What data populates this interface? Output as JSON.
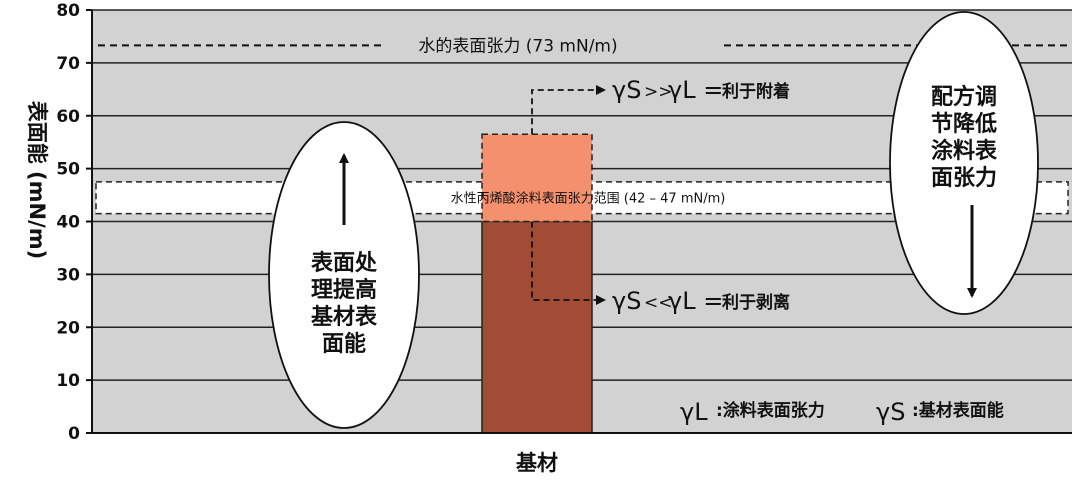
{
  "chart_data": {
    "type": "bar",
    "ylabel": "表面能 (mN/m)",
    "xlabel": "基材",
    "ylim": [
      0,
      80
    ],
    "yticks": [
      0,
      10,
      20,
      30,
      40,
      50,
      60,
      70,
      80
    ],
    "grid": true,
    "bars": [
      {
        "category": "基材",
        "value": 40,
        "color": "#a24b35"
      },
      {
        "category": "基材",
        "from": 40,
        "to": 56.5,
        "color": "#f4906d"
      }
    ],
    "reference_lines": [
      {
        "value": 73.5,
        "label": "水的表面张力 (73 mN/m)"
      }
    ],
    "bands": [
      {
        "from": 41.5,
        "to": 47.5,
        "label": "水性丙烯酸涂料表面张力范围 (42 – 47 mN/m)"
      }
    ],
    "annotations": {
      "adhesion": {
        "sym_s": "γS",
        "op": ">>",
        "sym_l": "γL =",
        "text": "利于附着"
      },
      "peeling": {
        "sym_s": "γS",
        "op": "<<",
        "sym_l": "γL =",
        "text": "利于剥离"
      },
      "left_ellipse": [
        "表面处",
        "理提高",
        "基材表",
        "面能"
      ],
      "right_ellipse": [
        "配方调",
        "节降低",
        "涂料表",
        "面张力"
      ]
    },
    "legend": {
      "position": "bottom-right",
      "items": [
        {
          "symbol": "γL",
          "label": ":涂料表面张力"
        },
        {
          "symbol": "γS",
          "label": ":基材表面能"
        }
      ]
    }
  }
}
